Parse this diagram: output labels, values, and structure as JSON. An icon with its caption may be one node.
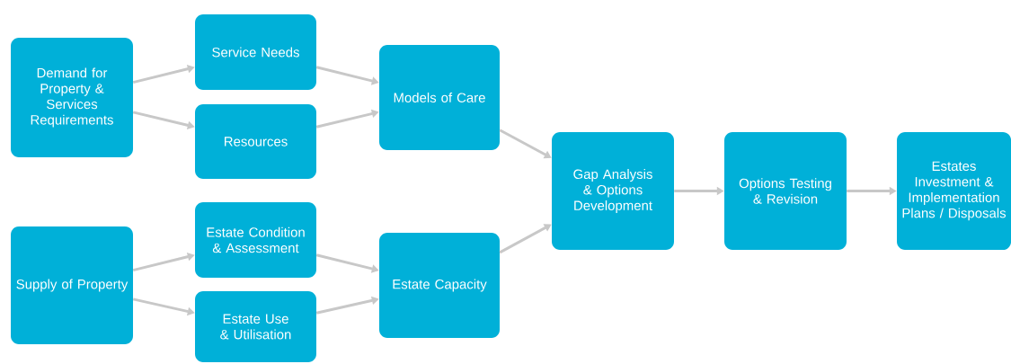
{
  "diagram": {
    "nodes": [
      {
        "text": [
          "Demand for Property & Services Requirements"
        ]
      },
      {
        "text": [
          "Service Needs"
        ]
      },
      {
        "text": [
          "Resources"
        ]
      },
      {
        "text": [
          "Models of Care"
        ]
      },
      {
        "text": [
          "Supply of Property"
        ]
      },
      {
        "text": [
          "Estate Condition & Assessment"
        ]
      },
      {
        "text": [
          "Estate Use & Utilisation"
        ]
      },
      {
        "text": [
          "Estate Capacity"
        ]
      },
      {
        "text": [
          "Gap Analysis & Options Development"
        ]
      },
      {
        "text": [
          "Options Testing & Revision"
        ]
      },
      {
        "text": [
          "Estates Investment & Implementation Plans / Disposals"
        ]
      }
    ],
    "edges": [
      {
        "from": 0,
        "to": 1,
        "arrow": "to"
      },
      {
        "from": 0,
        "to": 2,
        "arrow": "to"
      },
      {
        "from": 1,
        "to": 3,
        "arrow": "to"
      },
      {
        "from": 2,
        "to": 3,
        "arrow": "to"
      },
      {
        "from": 4,
        "to": 5,
        "arrow": "to"
      },
      {
        "from": 4,
        "to": 6,
        "arrow": "to"
      },
      {
        "from": 5,
        "to": 7,
        "arrow": "to"
      },
      {
        "from": 6,
        "to": 7,
        "arrow": "to"
      },
      {
        "from": 3,
        "to": 8,
        "arrow": "to"
      },
      {
        "from": 7,
        "to": 8,
        "arrow": "to"
      },
      {
        "from": 8,
        "to": 9,
        "arrow": "to"
      },
      {
        "from": 9,
        "to": 10,
        "arrow": "to"
      }
    ]
  }
}
